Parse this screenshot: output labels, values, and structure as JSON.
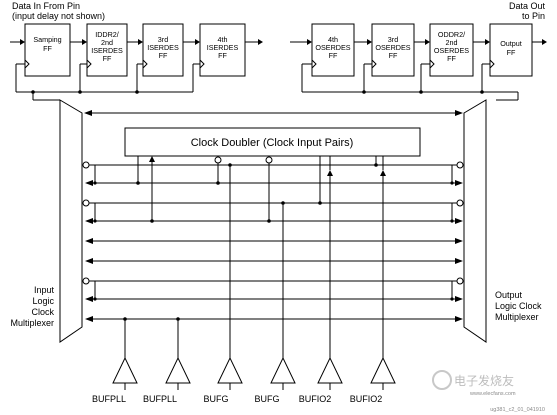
{
  "header": {
    "input_title": "Data In From Pin",
    "input_subtitle": "(input delay not shown)",
    "output_title": "Data Out",
    "output_subtitle": "to Pin"
  },
  "input_chain": [
    {
      "line1": "Samping",
      "line2": "FF",
      "line3": ""
    },
    {
      "line1": "IDDR2/",
      "line2": "2nd",
      "line3": "ISERDES",
      "line4": "FF"
    },
    {
      "line1": "3rd",
      "line2": "ISERDES",
      "line3": "FF"
    },
    {
      "line1": "4th",
      "line2": "ISERDES",
      "line3": "FF"
    }
  ],
  "output_chain": [
    {
      "line1": "4th",
      "line2": "OSERDES",
      "line3": "FF"
    },
    {
      "line1": "3rd",
      "line2": "OSERDES",
      "line3": "FF"
    },
    {
      "line1": "ODDR2/",
      "line2": "2nd",
      "line3": "OSERDES",
      "line4": "FF"
    },
    {
      "line1": "Output",
      "line2": "FF",
      "line3": ""
    }
  ],
  "clock_doubler": "Clock Doubler (Clock Input Pairs)",
  "input_mux_label": [
    "Input",
    "Logic",
    "Clock",
    "Multiplexer"
  ],
  "output_mux_label": [
    "Output",
    "Logic Clock",
    "Multiplexer"
  ],
  "buffers": [
    "BUFPLL",
    "BUFPLL",
    "BUFG",
    "BUFG",
    "BUFIO2",
    "BUFIO2"
  ],
  "watermark": "电子发烧友",
  "watermark_url": "www.elecfans.com",
  "footnote": "ug381_c2_01_041910"
}
